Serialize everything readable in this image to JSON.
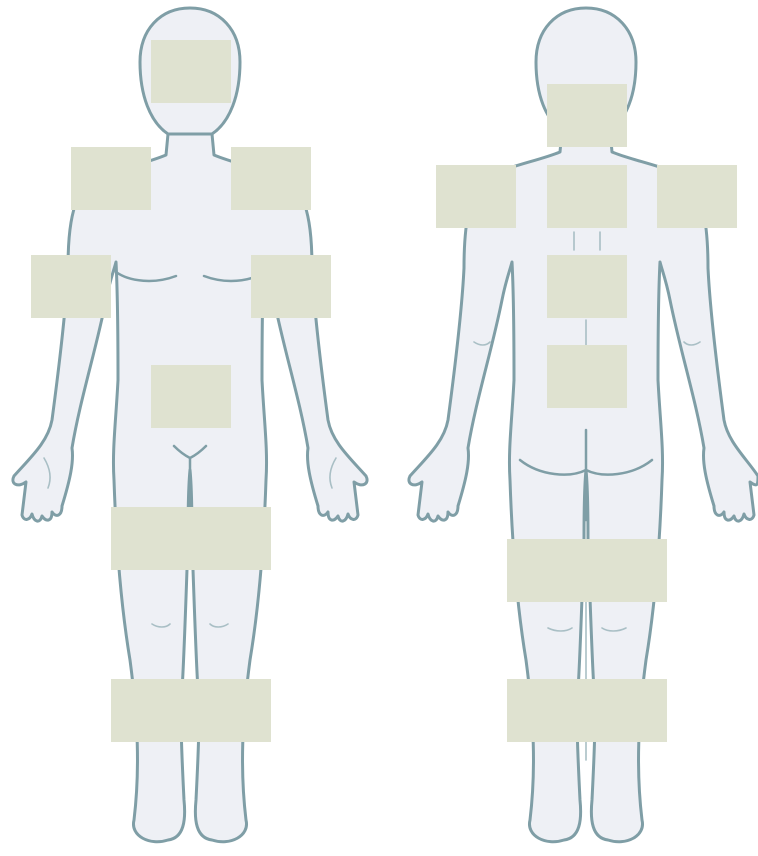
{
  "diagram": {
    "body_fill": "#eef0f5",
    "outline_color": "#7f9ea6",
    "label_box_color": "#dfe2d0",
    "views": [
      {
        "name": "front-view",
        "label_boxes": [
          {
            "id": "front-head",
            "text": ""
          },
          {
            "id": "front-right-shoulder",
            "text": ""
          },
          {
            "id": "front-left-shoulder",
            "text": ""
          },
          {
            "id": "front-right-arm",
            "text": ""
          },
          {
            "id": "front-left-arm",
            "text": ""
          },
          {
            "id": "front-abdomen",
            "text": ""
          },
          {
            "id": "front-thighs",
            "text": ""
          },
          {
            "id": "front-shins",
            "text": ""
          }
        ]
      },
      {
        "name": "back-view",
        "label_boxes": [
          {
            "id": "back-neck",
            "text": ""
          },
          {
            "id": "back-left-shoulder",
            "text": ""
          },
          {
            "id": "back-upper-back",
            "text": ""
          },
          {
            "id": "back-right-shoulder",
            "text": ""
          },
          {
            "id": "back-mid-back",
            "text": ""
          },
          {
            "id": "back-lower-back",
            "text": ""
          },
          {
            "id": "back-thighs",
            "text": ""
          },
          {
            "id": "back-calves",
            "text": ""
          }
        ]
      }
    ]
  }
}
